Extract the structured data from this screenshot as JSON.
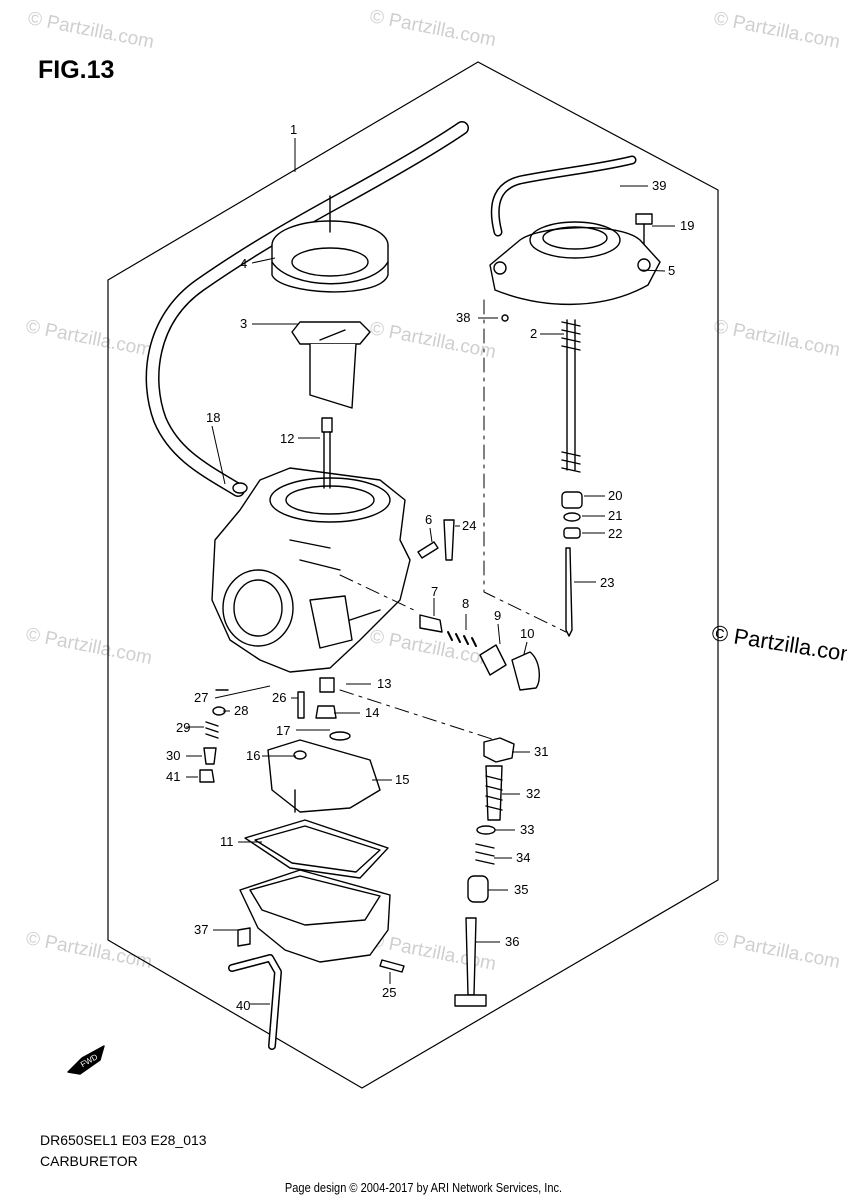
{
  "figure": {
    "title": "FIG.13",
    "model_code": "DR650SEL1 E03 E28_013",
    "name": "CARBURETOR"
  },
  "footer": {
    "credit": "Page design © 2004-2017 by ARI Network Services, Inc."
  },
  "watermark": {
    "text": "© Partzilla.com",
    "big_text": "© Partzilla.com"
  },
  "fwd_label": "FWD",
  "callouts": [
    "1",
    "2",
    "3",
    "4",
    "5",
    "6",
    "7",
    "8",
    "9",
    "10",
    "11",
    "12",
    "13",
    "14",
    "15",
    "16",
    "17",
    "18",
    "19",
    "20",
    "21",
    "22",
    "23",
    "24",
    "25",
    "26",
    "27",
    "28",
    "29",
    "30",
    "31",
    "32",
    "33",
    "34",
    "35",
    "36",
    "37",
    "38",
    "39",
    "40",
    "41"
  ]
}
